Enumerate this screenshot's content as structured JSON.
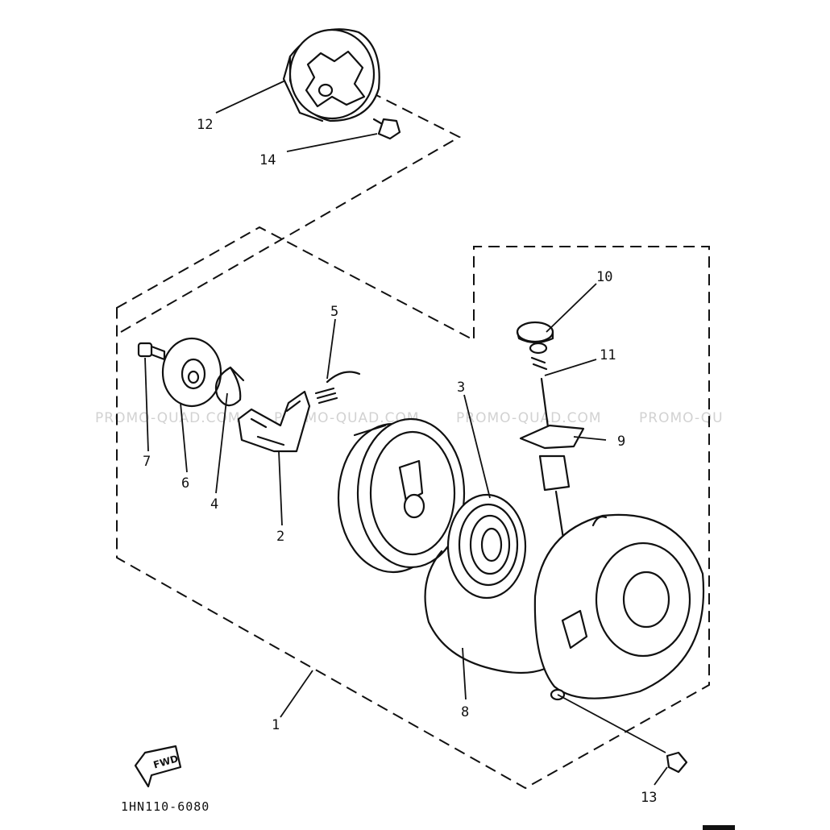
{
  "callouts": [
    {
      "id": "1",
      "label": "1"
    },
    {
      "id": "2",
      "label": "2"
    },
    {
      "id": "3",
      "label": "3"
    },
    {
      "id": "4",
      "label": "4"
    },
    {
      "id": "5",
      "label": "5"
    },
    {
      "id": "6",
      "label": "6"
    },
    {
      "id": "7",
      "label": "7"
    },
    {
      "id": "8",
      "label": "8"
    },
    {
      "id": "9",
      "label": "9"
    },
    {
      "id": "10",
      "label": "10"
    },
    {
      "id": "11",
      "label": "11"
    },
    {
      "id": "12",
      "label": "12"
    },
    {
      "id": "13",
      "label": "13"
    },
    {
      "id": "14",
      "label": "14"
    }
  ],
  "direction_badge": "FWD",
  "drawing_code": "1HN110-6080",
  "watermark": "PROMO-QUAD.COM",
  "watermark_partial": "PROMO-QU"
}
